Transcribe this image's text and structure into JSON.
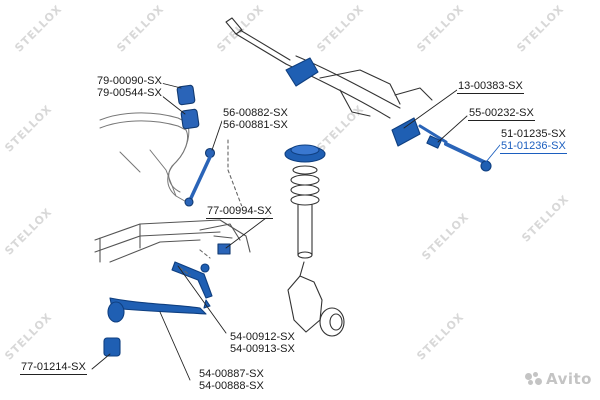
{
  "diagram": {
    "part_labels": {
      "p79_00090": "79-00090-SX",
      "p79_00544": "79-00544-SX",
      "p56_00882": "56-00882-SX",
      "p56_00881": "56-00881-SX",
      "p13_00383": "13-00383-SX",
      "p55_00232": "55-00232-SX",
      "p51_01235": "51-01235-SX",
      "p51_01236": "51-01236-SX",
      "p77_00994": "77-00994-SX",
      "p54_00912": "54-00912-SX",
      "p54_00913": "54-00913-SX",
      "p77_01214": "77-01214-SX",
      "p54_00887": "54-00887-SX",
      "p54_00888": "54-00888-SX"
    },
    "colors": {
      "highlight_part": "#1f5fb3",
      "highlight_label": "#1c5fbf",
      "outline": "#333333"
    }
  },
  "watermark": {
    "brand": "STELLOX"
  },
  "marketplace_badge": {
    "text": "Avito"
  }
}
